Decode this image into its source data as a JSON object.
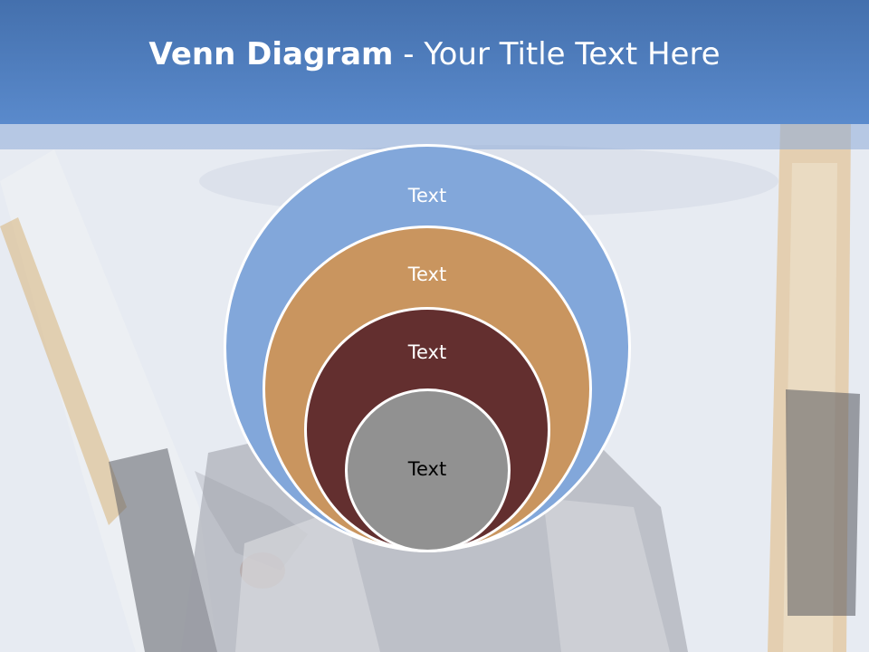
{
  "title": {
    "bold": "Venn Diagram",
    "rest": " - Your Title Text Here"
  },
  "diagram": {
    "layers": [
      {
        "label": "Text",
        "color": "#82a7da"
      },
      {
        "label": "Text",
        "color": "#c9955f"
      },
      {
        "label": "Text",
        "color": "#632f2f"
      },
      {
        "label": "Text",
        "color": "#919191"
      }
    ]
  },
  "colors": {
    "header": "#4f7fc0",
    "border": "#ffffff"
  }
}
